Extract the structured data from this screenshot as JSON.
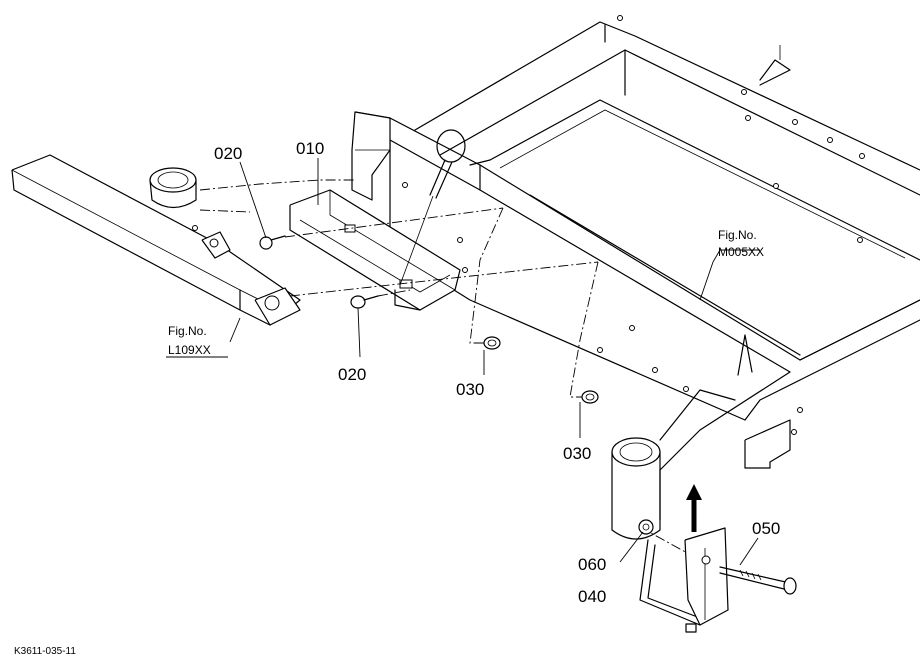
{
  "part_labels": {
    "p010": "010",
    "p020_upper": "020",
    "p020_lower": "020",
    "p030_left": "030",
    "p030_right": "030",
    "p040": "040",
    "p050": "050",
    "p060": "060"
  },
  "figure_refs": {
    "left_fig": "Fig.No.",
    "left_num": "L109XX",
    "right_fig": "Fig.No.",
    "right_num": "M005XX"
  },
  "drawing_code": "K3611-035-11"
}
